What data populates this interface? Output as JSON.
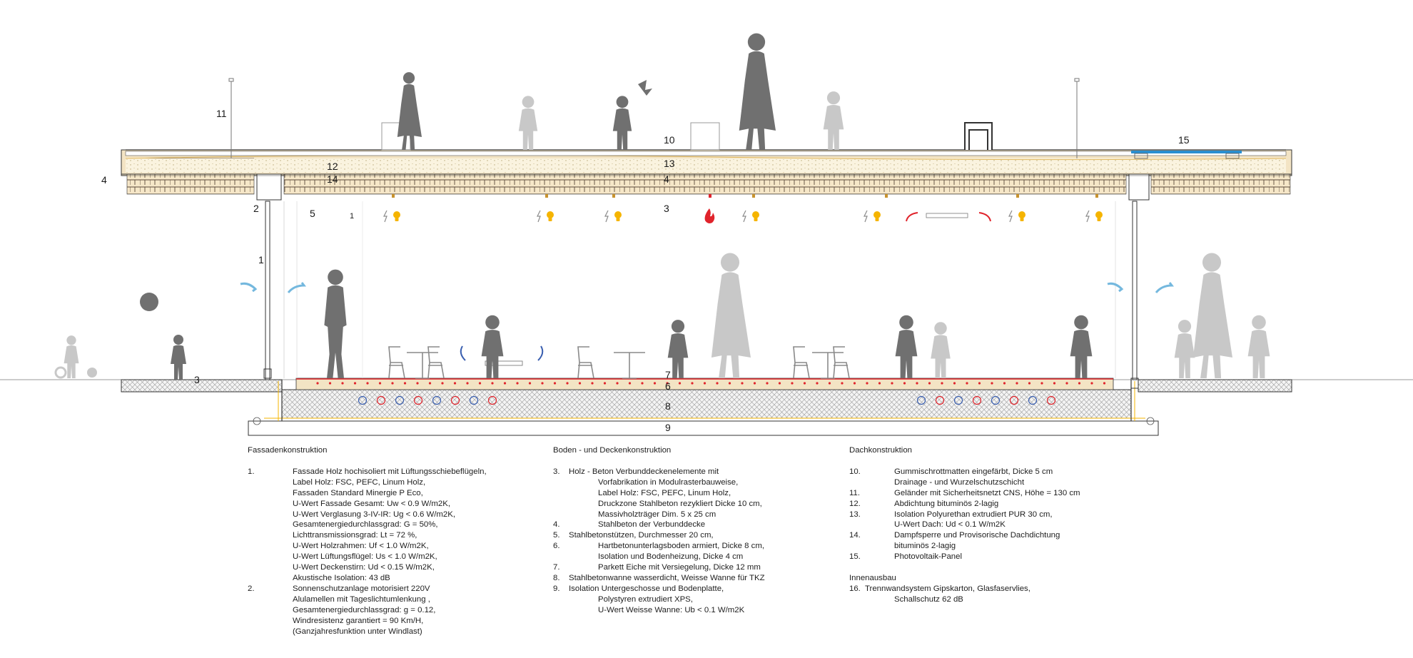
{
  "section_labels": {
    "n1": "1",
    "n2": "2",
    "n3_ground": "3",
    "n3_ceiling": "3",
    "n4_left": "4",
    "n4_roof": "4",
    "n5": "5",
    "n1_small": "1",
    "n6": "6",
    "n7": "7",
    "n8": "8",
    "n9": "9",
    "n10": "10",
    "n11": "11",
    "n12": "12",
    "n13": "13",
    "n14": "14",
    "n15": "15"
  },
  "colors": {
    "figure_dark": "#707070",
    "figure_light": "#c8c8c8",
    "wood": "#f3e4c4",
    "insulation": "#f7f0dc",
    "heat_red": "#e0232b",
    "cool_blue": "#3a5fb0",
    "pv_blue": "#2a8fd0",
    "lamp": "#f5b400",
    "arrow_blue": "#74b8de"
  },
  "icons": [
    "lightning-icon",
    "lightbulb-icon",
    "fire-icon",
    "airflow-arrow-icon"
  ],
  "legend": {
    "fassade": {
      "title": "Fassadenkonstruktion",
      "items": [
        {
          "num": "1.",
          "lines": [
            "Fassade Holz hochisoliert mit Lüftungsschiebeflügeln,",
            "Label Holz: FSC, PEFC, Linum Holz,",
            "Fassaden Standard Minergie P Eco,",
            "U-Wert Fassade Gesamt: Uw < 0.9 W/m2K,",
            "U-Wert Verglasung 3-IV-IR: Ug < 0.6 W/m2K,",
            "Gesamtenergiedurchlassgrad: G = 50%,",
            "Lichttransmissionsgrad: Lt = 72 %,",
            "U-Wert Holzrahmen: Uf < 1.0 W/m2K,",
            "U-Wert Lüftungsflügel: Us < 1.0 W/m2K,",
            "U-Wert Deckenstirn: Ud < 0.15 W/m2K,",
            "Akustische Isolation: 43 dB"
          ]
        },
        {
          "num": "2.",
          "lines": [
            "Sonnenschutzanlage motorisiert 220V",
            "Alulamellen mit Tageslichtumlenkung ,",
            "Gesamtenergiedurchlassgrad: g = 0.12,",
            "Windresistenz garantiert = 90 Km/H,",
            "(Ganzjahresfunktion unter Windlast)"
          ]
        }
      ]
    },
    "boden": {
      "title": "Boden - und Deckenkonstruktion",
      "items": [
        {
          "num": "3.",
          "first": "Holz - Beton Verbunddeckenelemente mit",
          "lines": [
            "Vorfabrikation in Modulrasterbauweise,",
            "Label Holz: FSC, PEFC, Linum Holz,",
            "Druckzone Stahlbeton rezykliert Dicke 10 cm,",
            "Massivholzträger Dim. 5 x 25 cm"
          ]
        },
        {
          "num": "4.",
          "lines": [
            "Stahlbeton der Verbunddecke"
          ]
        },
        {
          "num": "5.",
          "first": "Stahlbetonstützen, Durchmesser 20 cm,",
          "lines": []
        },
        {
          "num": "6.",
          "lines": [
            "Hartbetonunterlagsboden armiert, Dicke 8 cm,",
            "Isolation und Bodenheizung, Dicke 4 cm"
          ]
        },
        {
          "num": "7.",
          "lines": [
            "Parkett Eiche mit Versiegelung, Dicke 12 mm"
          ]
        },
        {
          "num": "8.",
          "first": "Stahlbetonwanne wasserdicht, Weisse Wanne für TKZ",
          "lines": []
        },
        {
          "num": "9.",
          "first": "Isolation Untergeschosse und Bodenplatte,",
          "lines": [
            "Polystyren extrudiert XPS,",
            "U-Wert Weisse Wanne: Ub < 0.1 W/m2K"
          ]
        }
      ]
    },
    "dach": {
      "title": "Dachkonstruktion",
      "items": [
        {
          "num": "10.",
          "lines": [
            "Gummischrottmatten eingefärbt, Dicke 5 cm",
            "Drainage - und Wurzelschutzschicht"
          ]
        },
        {
          "num": "11.",
          "lines": [
            "Geländer mit Sicherheitsnetzt CNS, Höhe = 130 cm"
          ]
        },
        {
          "num": "12.",
          "lines": [
            "Abdichtung bituminös 2-lagig"
          ]
        },
        {
          "num": "13.",
          "lines": [
            "Isolation Polyurethan extrudiert PUR 30 cm,",
            "U-Wert Dach: Ud < 0.1 W/m2K"
          ]
        },
        {
          "num": "14.",
          "lines": [
            "Dampfsperre und Provisorische Dachdichtung",
            "bituminös 2-lagig"
          ]
        },
        {
          "num": "15.",
          "lines": [
            "Photovoltaik-Panel"
          ]
        }
      ],
      "sub_title": "Innenausbau",
      "sub_item": {
        "num": "16.",
        "first": "Trennwandsystem Gipskarton, Glasfaservlies,",
        "lines": [
          "Schallschutz 62 dB"
        ]
      }
    }
  }
}
